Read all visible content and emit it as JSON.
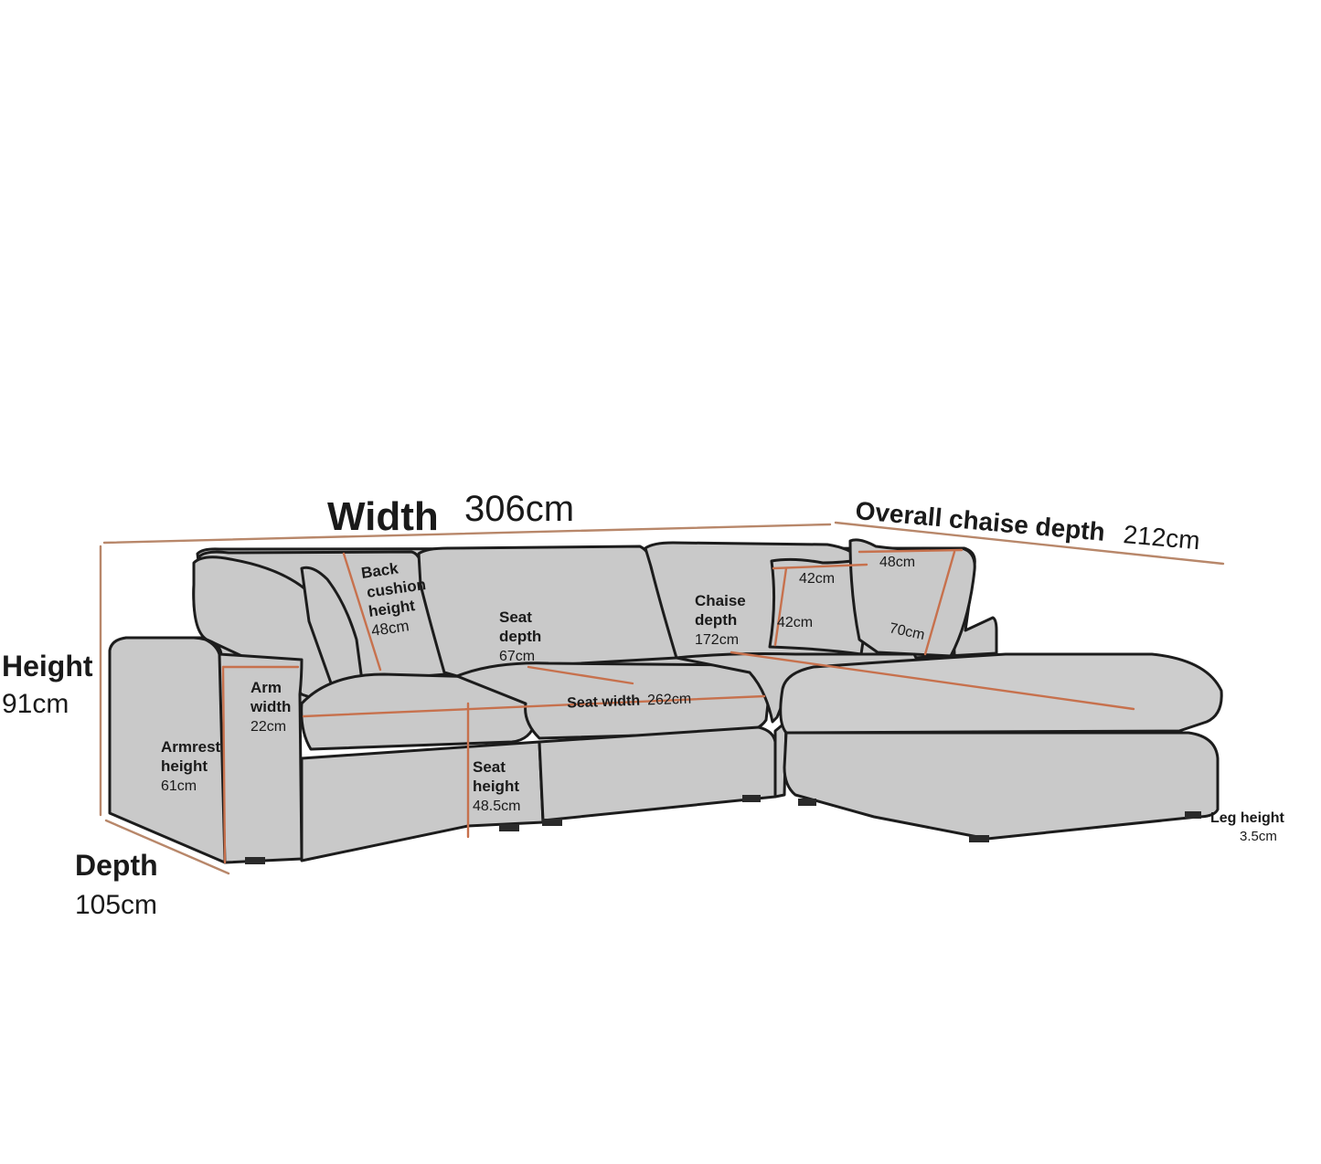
{
  "width": {
    "label": "Width",
    "value": "306cm"
  },
  "chase_overall": {
    "label": "Overall chaise depth",
    "value": "212cm"
  },
  "height": {
    "label": "Height",
    "value": "91cm"
  },
  "depth": {
    "label": "Depth",
    "value": "105cm"
  },
  "back_cushion": {
    "line1": "Back",
    "line2": "cushion",
    "line3": "height",
    "value": "48cm"
  },
  "seat_depth": {
    "line1": "Seat",
    "line2": "depth",
    "value": "67cm"
  },
  "chaise_depth": {
    "line1": "Chaise",
    "line2": "depth",
    "value": "172cm"
  },
  "pillow": {
    "top": "42cm",
    "side": "42cm",
    "top2": "48cm",
    "side2": "70cm"
  },
  "arm_width": {
    "line1": "Arm",
    "line2": "width",
    "value": "22cm"
  },
  "armrest_height": {
    "line1": "Armrest",
    "line2": "height",
    "value": "61cm"
  },
  "seat_width": {
    "label": "Seat width",
    "value": "262cm"
  },
  "seat_height": {
    "line1": "Seat",
    "line2": "height",
    "value": "48.5cm"
  },
  "leg_height": {
    "label": "Leg height",
    "value": "3.5cm"
  },
  "colors": {
    "sofa_fill": "#c9c9c9",
    "outline": "#1c1c1c",
    "dimension_line": "#c7714d"
  }
}
